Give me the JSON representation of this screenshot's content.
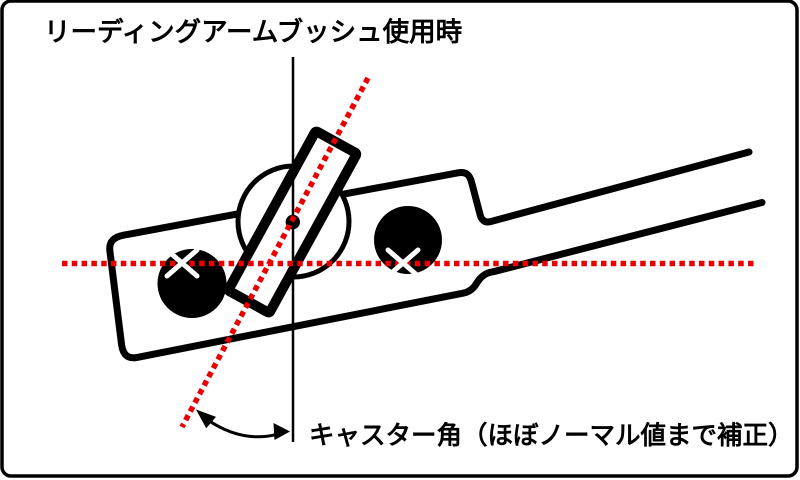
{
  "title": "リーディングアームブッシュ使用時",
  "annotation": {
    "caster_label": "キャスター角（ほぼノーマル値まで補正）"
  },
  "colors": {
    "accent_red": "#e90000",
    "ink": "#000000",
    "paper": "#ffffff"
  },
  "icons": {
    "x_mark_left": "white-x-cross",
    "x_mark_right": "white-x-cross",
    "caster_arrow": "curved-double-headed-arrow"
  }
}
